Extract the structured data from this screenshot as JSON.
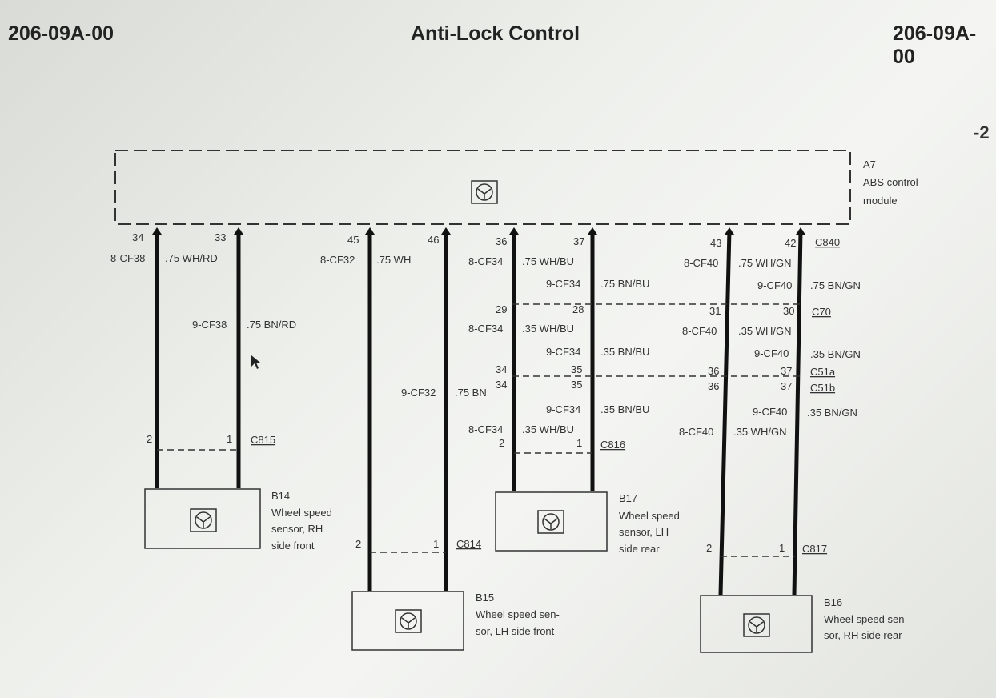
{
  "header": {
    "left_code": "206-09A-00",
    "title": "Anti-Lock Control",
    "right_code": "206-09A-00",
    "page_num": "-2"
  },
  "module": {
    "ref": "A7",
    "line1": "ABS control",
    "line2": "module"
  },
  "pins": {
    "p34": "34",
    "p33": "33",
    "p45": "45",
    "p46": "46",
    "p36": "36",
    "p37": "37",
    "p43": "43",
    "p42": "42",
    "c70_29": "29",
    "c70_28": "28",
    "c70_31": "31",
    "c70_30": "30",
    "c51a_34": "34",
    "c51a_35": "35",
    "c51a_36": "36",
    "c51a_37": "37",
    "c51b_34": "34",
    "c51b_35": "35",
    "c51b_36": "36",
    "c51b_37": "37",
    "c815_2": "2",
    "c815_1": "1",
    "c814_2": "2",
    "c814_1": "1",
    "c816_2": "2",
    "c816_1": "1",
    "c817_2": "2",
    "c817_1": "1"
  },
  "connectors": {
    "c840": "C840",
    "c70": "C70",
    "c51a": "C51a",
    "c51b": "C51b",
    "c815": "C815",
    "c814": "C814",
    "c816": "C816",
    "c817": "C817"
  },
  "wires": {
    "cf38_8": "8-CF38",
    "wh_rd": ".75 WH/RD",
    "cf38_9": "9-CF38",
    "bn_rd": ".75 BN/RD",
    "cf32_8": "8-CF32",
    "wh": ".75 WH",
    "cf32_9": "9-CF32",
    "bn": ".75 BN",
    "cf34_8a": "8-CF34",
    "wh_bu_75": ".75 WH/BU",
    "cf34_9a": "9-CF34",
    "bn_bu_75": ".75 BN/BU",
    "cf34_8b": "8-CF34",
    "wh_bu_35a": ".35 WH/BU",
    "cf34_9b": "9-CF34",
    "bn_bu_35a": ".35 BN/BU",
    "cf34_9c": "9-CF34",
    "bn_bu_35b": ".35 BN/BU",
    "cf34_8c": "8-CF34",
    "wh_bu_35b": ".35 WH/BU",
    "cf40_8a": "8-CF40",
    "wh_gn_75": ".75 WH/GN",
    "cf40_9a": "9-CF40",
    "bn_gn_75": ".75 BN/GN",
    "cf40_8b": "8-CF40",
    "wh_gn_35a": ".35 WH/GN",
    "cf40_9b": "9-CF40",
    "bn_gn_35a": ".35 BN/GN",
    "cf40_9c": "9-CF40",
    "bn_gn_35b": ".35 BN/GN",
    "cf40_8c": "8-CF40",
    "wh_gn_35b": ".35 WH/GN"
  },
  "sensors": {
    "b14": {
      "ref": "B14",
      "l1": "Wheel speed",
      "l2": "sensor, RH",
      "l3": "side front"
    },
    "b15": {
      "ref": "B15",
      "l1": "Wheel speed sen-",
      "l2": "sor, LH side front"
    },
    "b17": {
      "ref": "B17",
      "l1": "Wheel speed",
      "l2": "sensor, LH",
      "l3": "side rear"
    },
    "b16": {
      "ref": "B16",
      "l1": "Wheel speed sen-",
      "l2": "sor, RH side rear"
    }
  }
}
